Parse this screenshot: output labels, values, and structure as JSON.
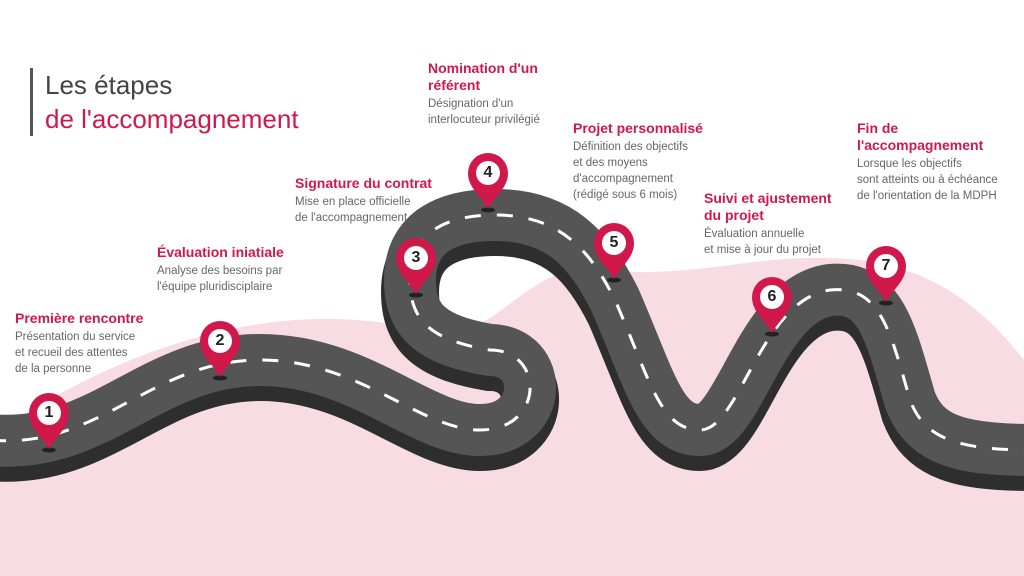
{
  "title": {
    "line1": "Les étapes",
    "line2": "de l'accompagnement"
  },
  "colors": {
    "accent": "#d0184b",
    "road": "#555555",
    "ground": "#f7dde3"
  },
  "steps": [
    {
      "num": "1",
      "title": "Première rencontre",
      "desc": [
        "Présentation du service",
        "et recueil des attentes",
        "de la personne"
      ]
    },
    {
      "num": "2",
      "title": "Évaluation iniatiale",
      "desc": [
        "Analyse des besoins par",
        "l'équipe pluridisciplaire"
      ]
    },
    {
      "num": "3",
      "title": "Signature du contrat",
      "desc": [
        "Mise en place officielle",
        "de l'accompagnement"
      ]
    },
    {
      "num": "4",
      "title": "Nomination d'un référent",
      "desc": [
        "Désignation d'un",
        "interlocuteur privilégié"
      ]
    },
    {
      "num": "5",
      "title": "Projet personnalisé",
      "desc": [
        "Définition des objectifs",
        "et des moyens",
        "d'accompagnement",
        "(rédigé sous 6 mois)"
      ]
    },
    {
      "num": "6",
      "title": "Suivi et ajustement du projet",
      "desc": [
        "Évaluation annuelle",
        "et mise à jour du projet"
      ]
    },
    {
      "num": "7",
      "title": "Fin de l'accompagnement",
      "desc": [
        "Lorsque les objectifs",
        "sont atteints ou à échéance",
        "de l'orientation de la MDPH"
      ]
    }
  ]
}
